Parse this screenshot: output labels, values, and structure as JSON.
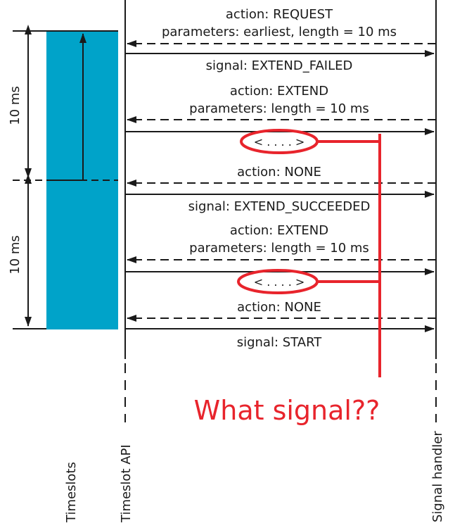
{
  "lanes": {
    "timeslots": "Timeslots",
    "timeslot_api": "Timeslot API",
    "signal_handler": "Signal handler"
  },
  "durations": {
    "first": "10 ms",
    "second": "10 ms"
  },
  "messages": {
    "m1_line1": "action: REQUEST",
    "m1_line2": "parameters: earliest, length = 10 ms",
    "m2": "signal: EXTEND_FAILED",
    "m3_line1": "action: EXTEND",
    "m3_line2": "parameters: length = 10 ms",
    "unknown1": "< . . . . >",
    "m4": "action: NONE",
    "m5": "signal: EXTEND_SUCCEEDED",
    "m6_line1": "action: EXTEND",
    "m6_line2": "parameters: length = 10 ms",
    "unknown2": "< . . . . >",
    "m7": "action: NONE",
    "m8": "signal: START"
  },
  "annotation": {
    "question": "What signal??"
  },
  "colors": {
    "timeslot_fill": "#00a3c9",
    "annotation": "#e8242c",
    "line": "#1a1a1a"
  }
}
